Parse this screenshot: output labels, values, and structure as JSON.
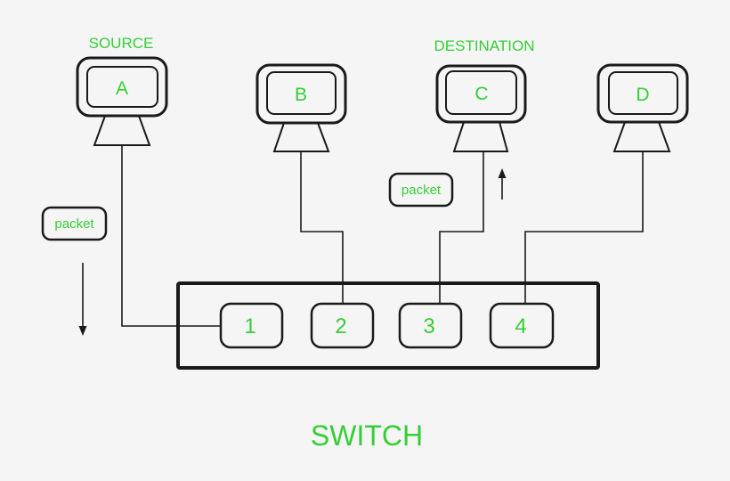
{
  "diagram": {
    "type": "network-switch-diagram",
    "colors": {
      "background": "#f5f5f5",
      "accent_green": "#35cf35",
      "line_black": "#1a1a1a"
    },
    "roles": {
      "source_label": "SOURCE",
      "destination_label": "DESTINATION"
    },
    "computers": [
      {
        "label": "A",
        "role": "source"
      },
      {
        "label": "B",
        "role": ""
      },
      {
        "label": "C",
        "role": "destination"
      },
      {
        "label": "D",
        "role": ""
      }
    ],
    "switch": {
      "label": "SWITCH",
      "ports": [
        {
          "label": "1"
        },
        {
          "label": "2"
        },
        {
          "label": "3"
        },
        {
          "label": "4"
        }
      ]
    },
    "packets": [
      {
        "label": "packet",
        "direction": "down",
        "near": "source A"
      },
      {
        "label": "packet",
        "direction": "up",
        "near": "destination C"
      }
    ],
    "connections": [
      {
        "from": "A",
        "to": "port 1"
      },
      {
        "from": "B",
        "to": "port 2"
      },
      {
        "from": "C",
        "to": "port 3"
      },
      {
        "from": "D",
        "to": "port 4"
      }
    ]
  }
}
